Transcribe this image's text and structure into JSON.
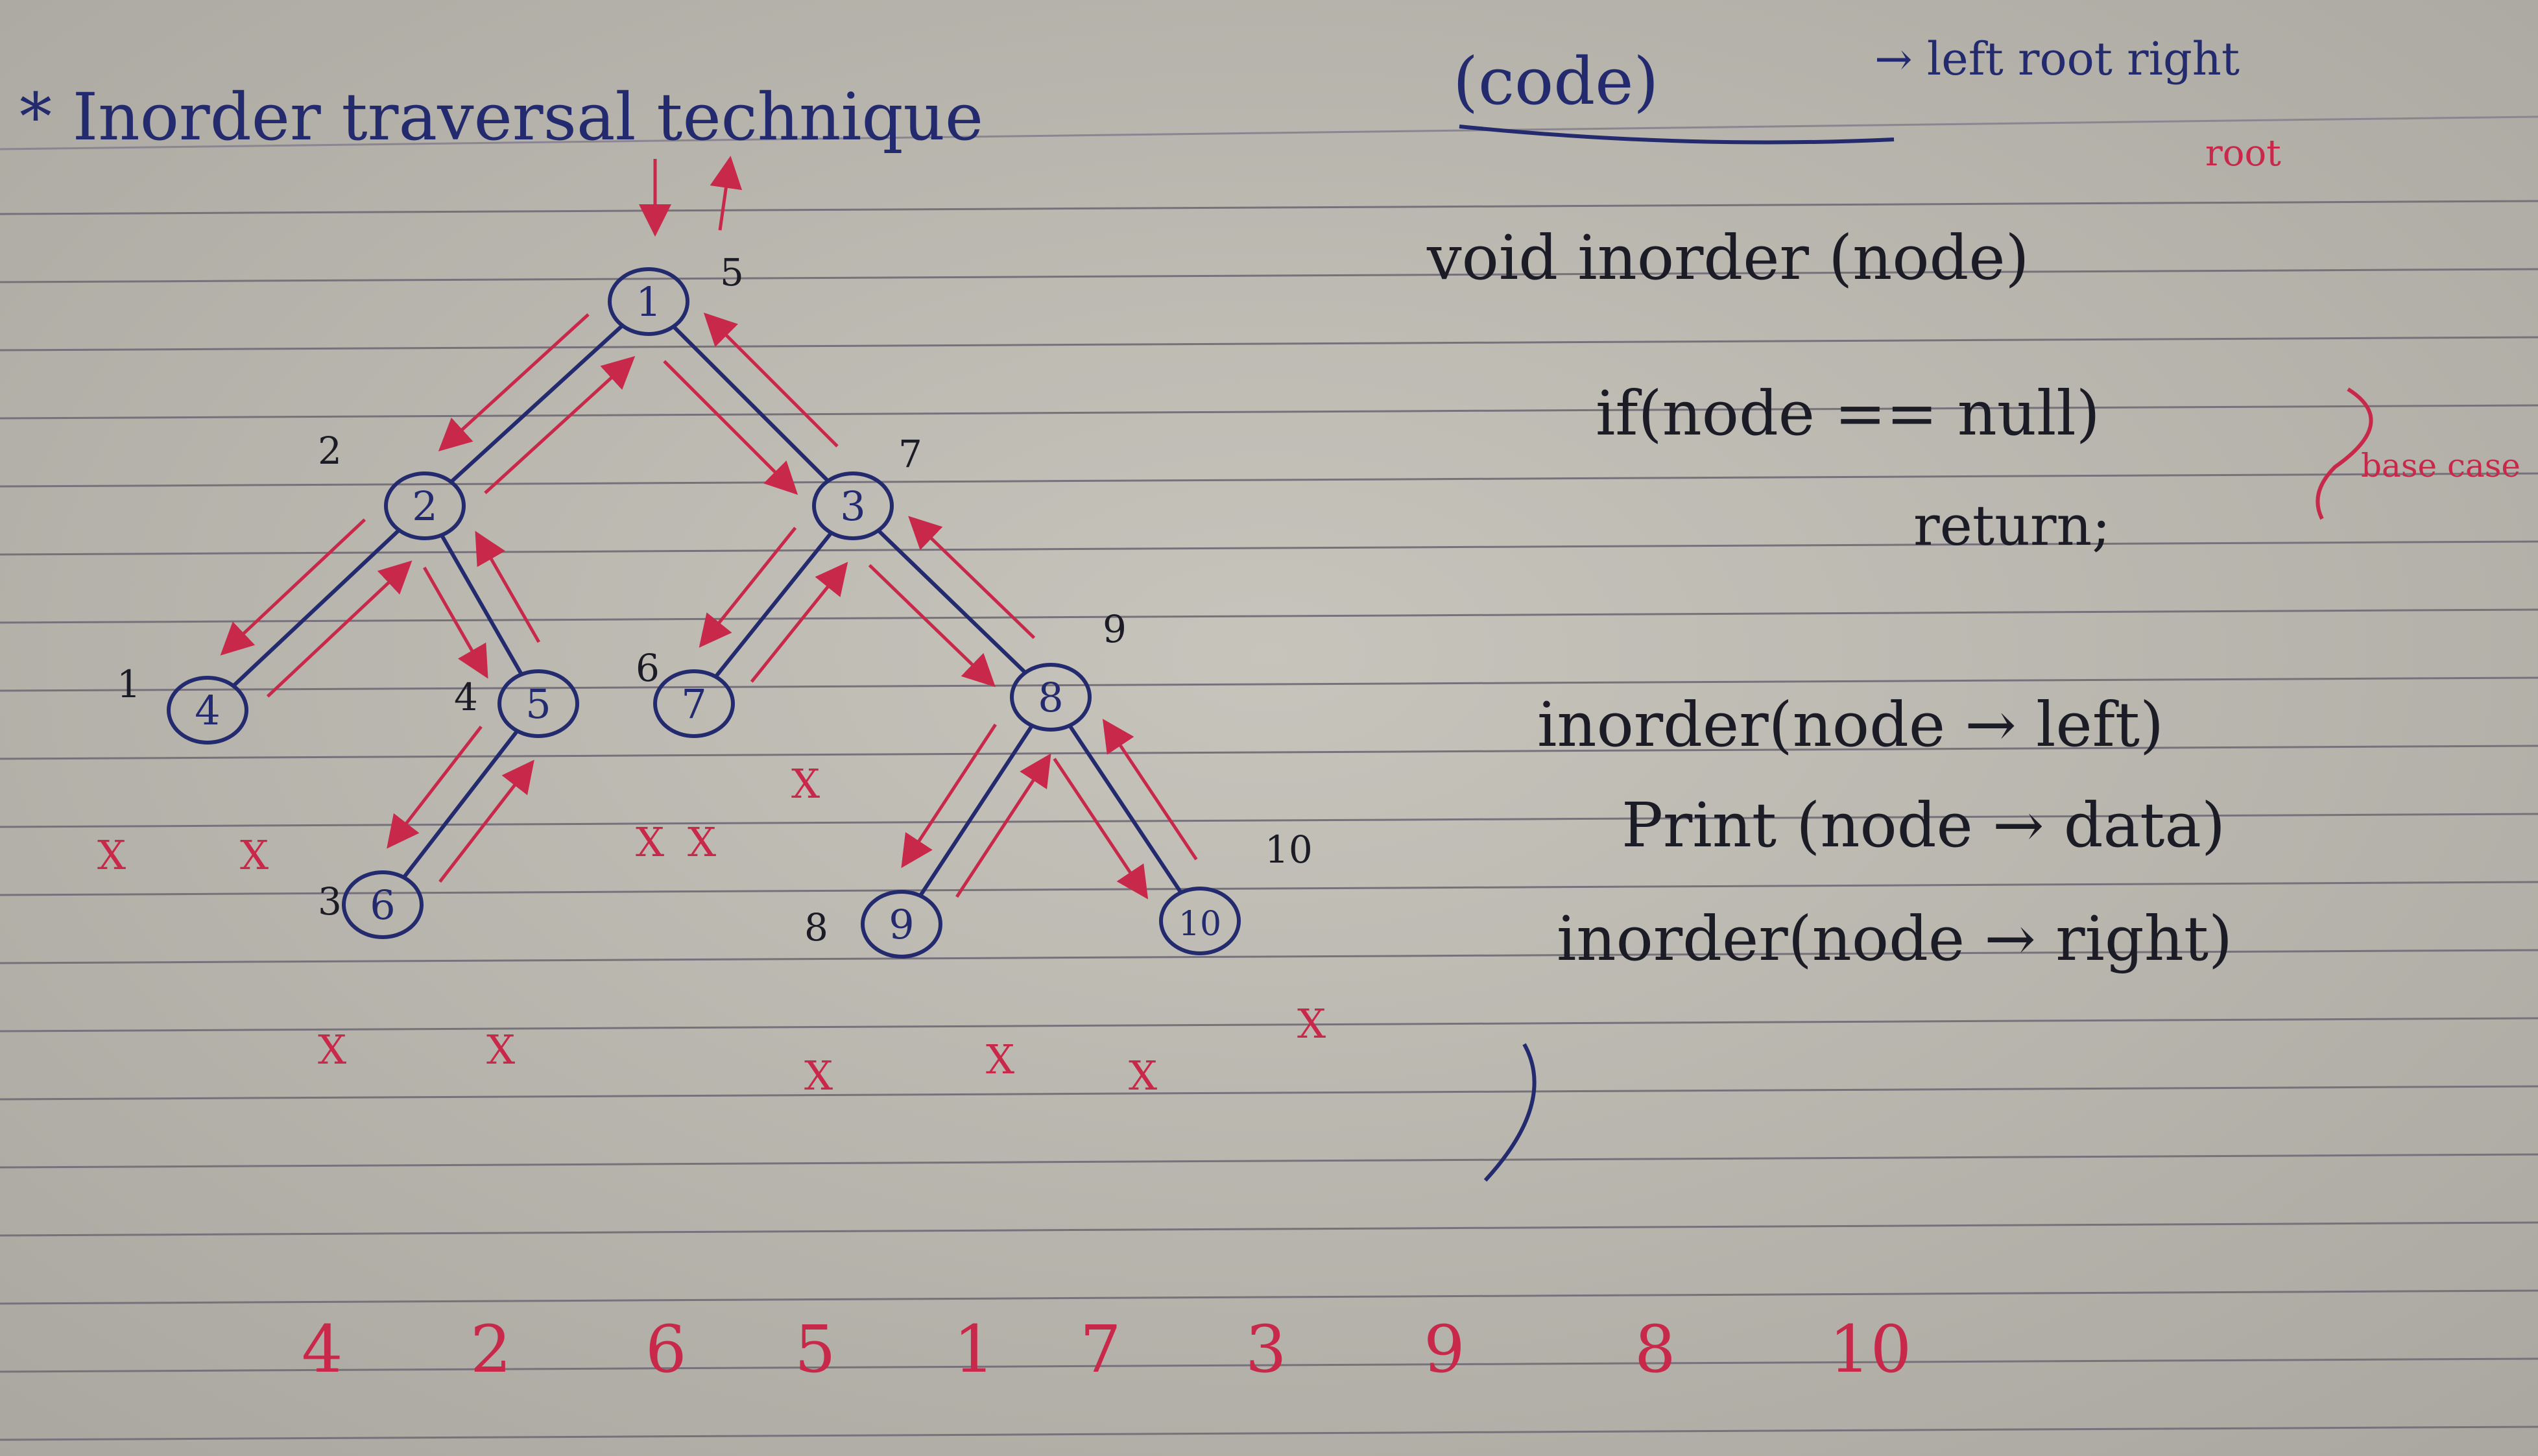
{
  "header": {
    "title": "* Inorder traversal technique",
    "code_tag": "(code)",
    "arrow_note": "→ left root right",
    "root_note": "root"
  },
  "tree": {
    "nodes": [
      {
        "id": 1,
        "label": "1",
        "order": "5"
      },
      {
        "id": 2,
        "label": "2",
        "order": "2"
      },
      {
        "id": 3,
        "label": "3",
        "order": "7"
      },
      {
        "id": 4,
        "label": "4",
        "order": "1"
      },
      {
        "id": 5,
        "label": "5",
        "order": "4"
      },
      {
        "id": 6,
        "label": "6",
        "order": "3"
      },
      {
        "id": 7,
        "label": "7",
        "order": "6"
      },
      {
        "id": 8,
        "label": "8",
        "order": "9"
      },
      {
        "id": 9,
        "label": "9",
        "order": "8"
      },
      {
        "id": 10,
        "label": "10",
        "order": "10"
      }
    ],
    "null_marker": "X"
  },
  "code": {
    "line1": "void inorder (node)",
    "line2": "if(node == null)",
    "line3": "return;",
    "base_case": "base case",
    "line4": "inorder(node → left)",
    "line5": "Print (node → data)",
    "line6": "inorder(node → right)"
  },
  "output": {
    "sequence": [
      "4",
      "2",
      "6",
      "5",
      "1",
      "7",
      "3",
      "9",
      "8",
      "10"
    ]
  },
  "colors": {
    "paper": "#bdbbb2",
    "rule_line": "#6f6a72",
    "blue_ink": "#232a6e",
    "red_ink": "#c8294a"
  }
}
